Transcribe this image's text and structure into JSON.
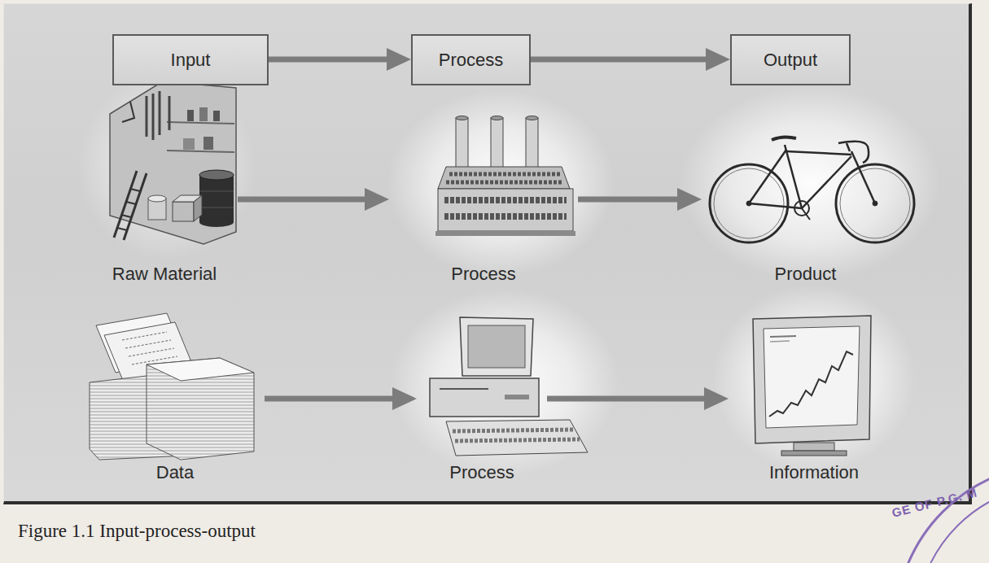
{
  "diagram": {
    "caption": "Figure 1.1 Input-process-output",
    "nodes": [
      {
        "text": [
          "Input"
        ]
      },
      {
        "text": [
          "Process"
        ]
      },
      {
        "text": [
          "Output"
        ]
      },
      {
        "text": [
          "Raw Material"
        ]
      },
      {
        "text": [
          "Process"
        ]
      },
      {
        "text": [
          "Product"
        ]
      },
      {
        "text": [
          "Data"
        ]
      },
      {
        "text": [
          "Process"
        ]
      },
      {
        "text": [
          "Information"
        ]
      }
    ],
    "edges": [
      {
        "from": 0,
        "to": 1,
        "arrow": "to"
      },
      {
        "from": 1,
        "to": 2,
        "arrow": "to"
      },
      {
        "from": 3,
        "to": 4,
        "arrow": "to"
      },
      {
        "from": 4,
        "to": 5,
        "arrow": "to"
      },
      {
        "from": 6,
        "to": 7,
        "arrow": "to"
      },
      {
        "from": 7,
        "to": 8,
        "arrow": "to"
      }
    ],
    "labels": [
      "GE OF P.G. M"
    ]
  }
}
